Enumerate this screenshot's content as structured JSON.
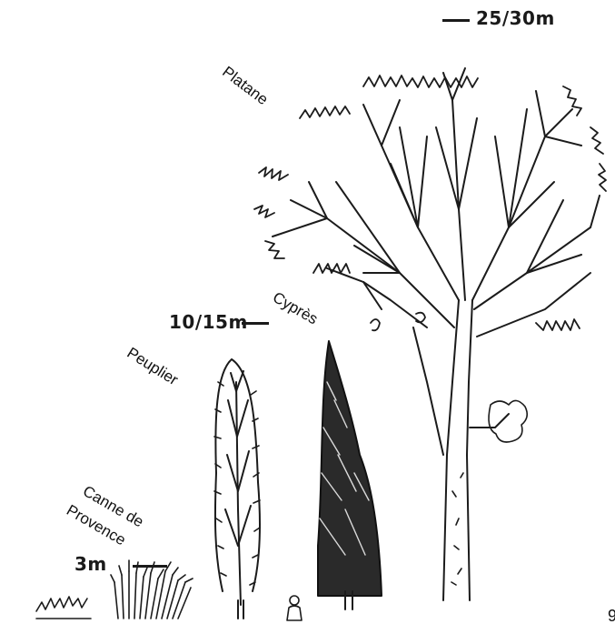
{
  "labels": {
    "platane": "Platane",
    "cypres": "Cyprès",
    "peuplier": "Peuplier",
    "canne_line1": "Canne de",
    "canne_line2": "Provence"
  },
  "heights": {
    "platane": "25/30m",
    "cypres_peuplier": "10/15m",
    "canne": "3m"
  },
  "page_number": "9"
}
